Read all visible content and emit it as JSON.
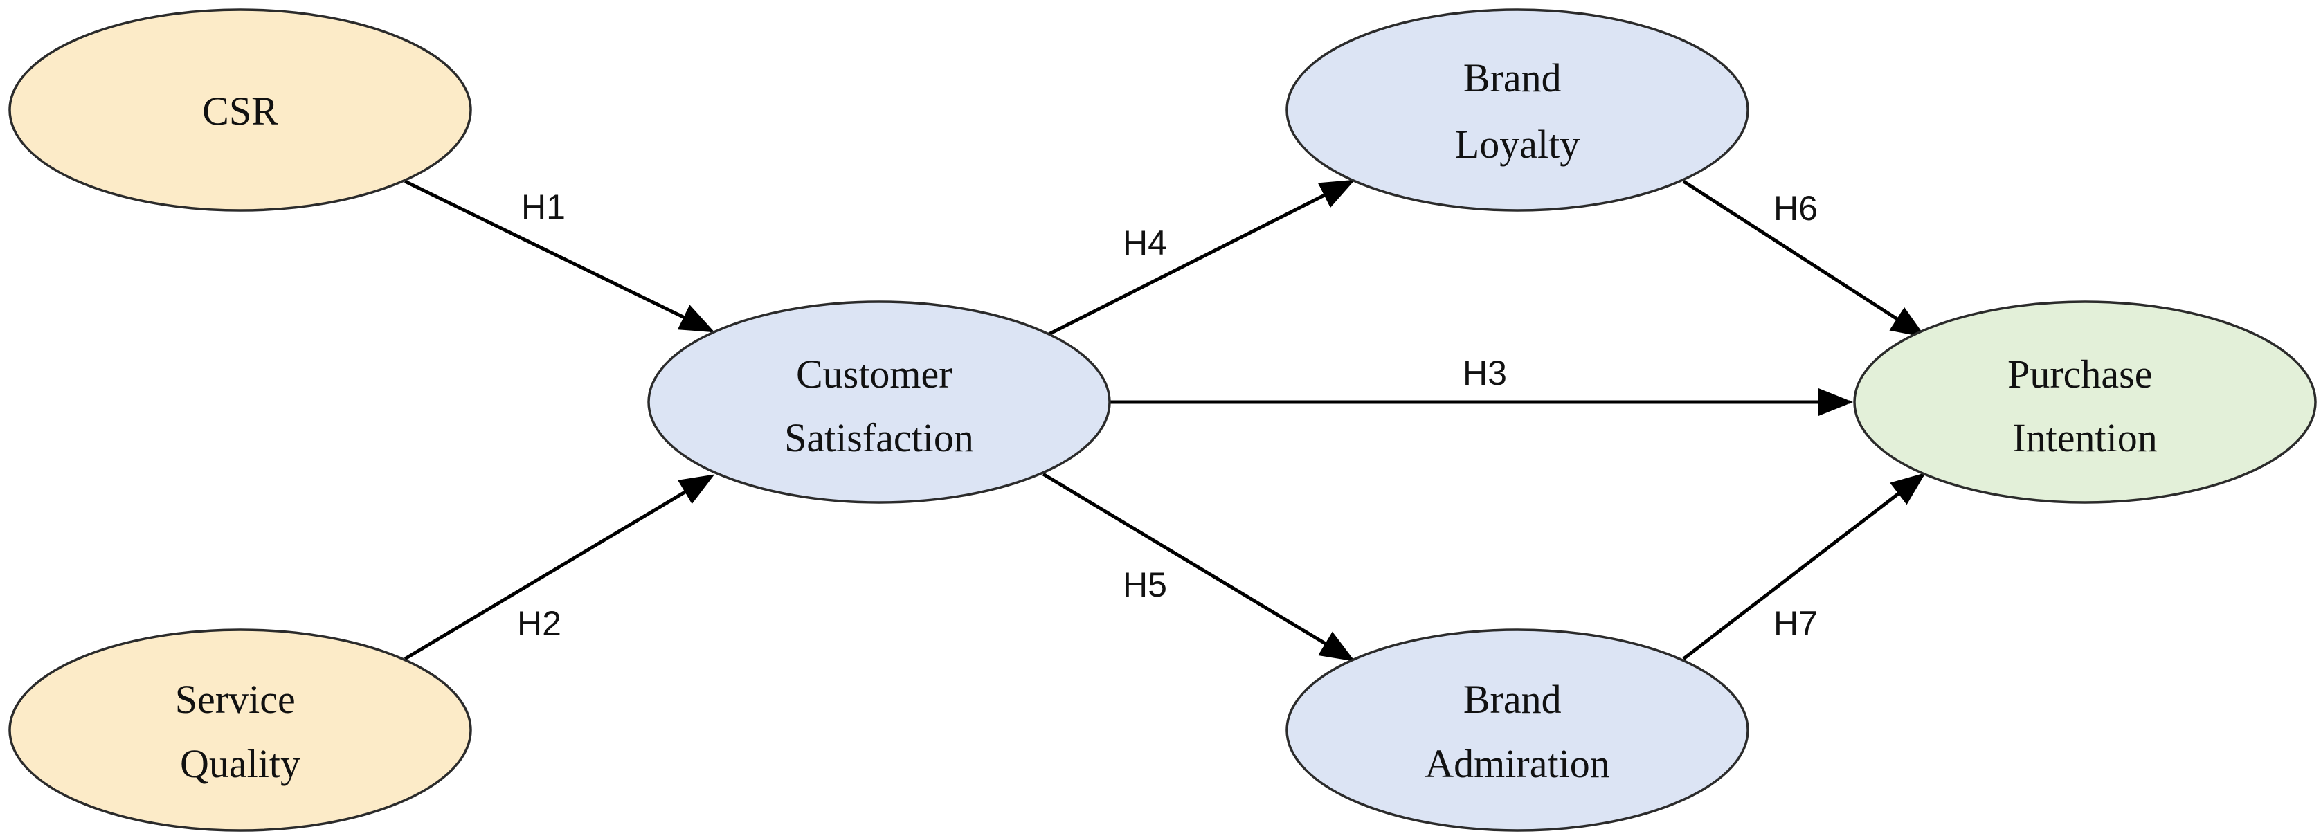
{
  "diagram": {
    "colors": {
      "antecedent_fill": "#FCEBC8",
      "mediator_fill": "#DCE4F4",
      "outcome_fill": "#E3F0D9",
      "stroke": "#2B2B2B",
      "arrow": "#000000"
    },
    "nodes": {
      "csr": {
        "lines": [
          "CSR"
        ]
      },
      "service_quality": {
        "lines": [
          "Service",
          "Quality"
        ]
      },
      "customer_satisfaction": {
        "lines": [
          "Customer",
          "Satisfaction"
        ]
      },
      "brand_loyalty": {
        "lines": [
          "Brand",
          "Loyalty"
        ]
      },
      "brand_admiration": {
        "lines": [
          "Brand",
          "Admiration"
        ]
      },
      "purchase_intention": {
        "lines": [
          "Purchase",
          "Intention"
        ]
      }
    },
    "edges": {
      "h1": {
        "label": "H1",
        "from": "CSR",
        "to": "Customer Satisfaction"
      },
      "h2": {
        "label": "H2",
        "from": "Service Quality",
        "to": "Customer Satisfaction"
      },
      "h3": {
        "label": "H3",
        "from": "Customer Satisfaction",
        "to": "Purchase Intention"
      },
      "h4": {
        "label": "H4",
        "from": "Customer Satisfaction",
        "to": "Brand Loyalty"
      },
      "h5": {
        "label": "H5",
        "from": "Customer Satisfaction",
        "to": "Brand Admiration"
      },
      "h6": {
        "label": "H6",
        "from": "Brand Loyalty",
        "to": "Purchase Intention"
      },
      "h7": {
        "label": "H7",
        "from": "Brand Admiration",
        "to": "Purchase Intention"
      }
    }
  }
}
